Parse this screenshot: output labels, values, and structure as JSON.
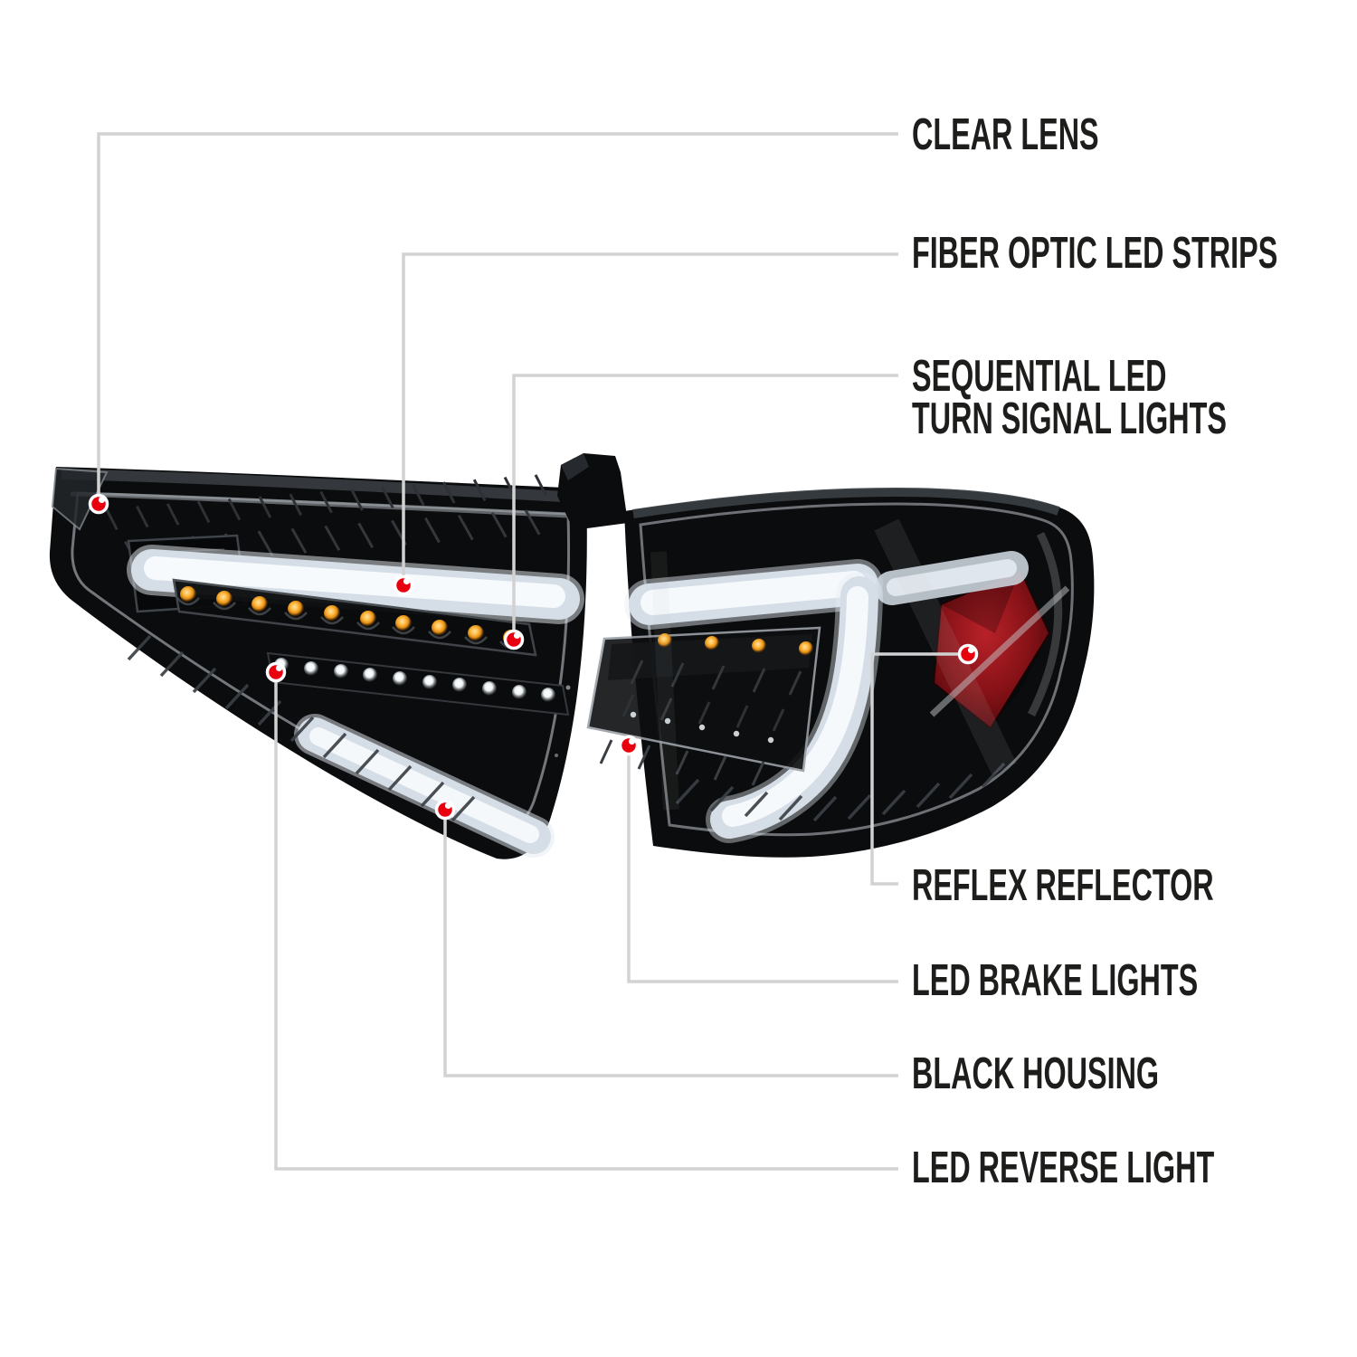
{
  "diagram_type": "product-feature-callout",
  "product": "LED tail light set",
  "callouts": [
    {
      "id": "clear-lens",
      "lines": [
        "CLEAR LENS"
      ]
    },
    {
      "id": "fiber-optic-led-strips",
      "lines": [
        "FIBER OPTIC LED STRIPS"
      ]
    },
    {
      "id": "sequential-led-turn-signal-lights",
      "lines": [
        "SEQUENTIAL LED",
        "TURN SIGNAL LIGHTS"
      ]
    },
    {
      "id": "reflex-reflector",
      "lines": [
        "REFLEX REFLECTOR"
      ]
    },
    {
      "id": "led-brake-lights",
      "lines": [
        "LED BRAKE LIGHTS"
      ]
    },
    {
      "id": "black-housing",
      "lines": [
        "BLACK HOUSING"
      ]
    },
    {
      "id": "led-reverse-light",
      "lines": [
        "LED REVERSE LIGHT"
      ]
    }
  ],
  "palette": {
    "background": "#ffffff",
    "label_text": "#1d1d1b",
    "leader_line": "#d2d2d2",
    "marker_red": "#e8000f",
    "marker_ring": "#ffffff",
    "housing_black": "#0b0c0d",
    "lens_seam_gray": "#8e9296",
    "led_tube_white": "#eef2f7",
    "amber_led": "#f6a321",
    "white_led": "#ffffff",
    "reflex_red": "#9e1a1f"
  }
}
